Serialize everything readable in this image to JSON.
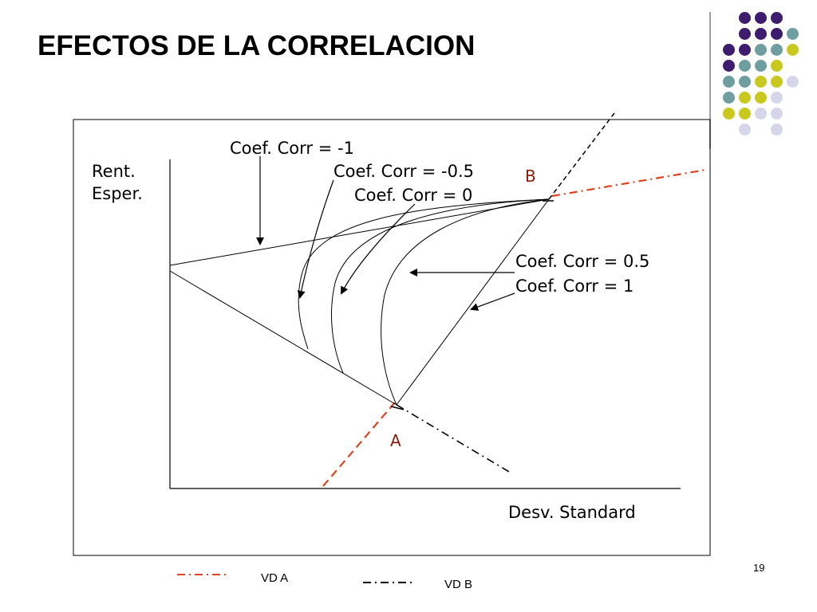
{
  "slide": {
    "title": "EFECTOS DE LA CORRELACION",
    "page_number": "19"
  },
  "diagram": {
    "y_axis_label_line1": "Rent.",
    "y_axis_label_line2": "Esper.",
    "x_axis_label": "Desv. Standard",
    "labels": {
      "corr_minus_1": "Coef. Corr = -1",
      "corr_minus_05": "Coef. Corr = -0.5",
      "corr_0": "Coef. Corr = 0",
      "corr_05": "Coef. Corr = 0.5",
      "corr_1": "Coef. Corr = 1"
    },
    "point_a": "A",
    "point_b": "B"
  },
  "legend": {
    "vd_a": "VD A",
    "vd_b": "VD B"
  },
  "colors": {
    "purple": "#3e1c6e",
    "teal": "#6f9ea0",
    "yellow": "#c8c81e",
    "lavender": "#d6d6ea",
    "orange_dash": "#e0431e",
    "point_label": "#8b1a0c"
  }
}
